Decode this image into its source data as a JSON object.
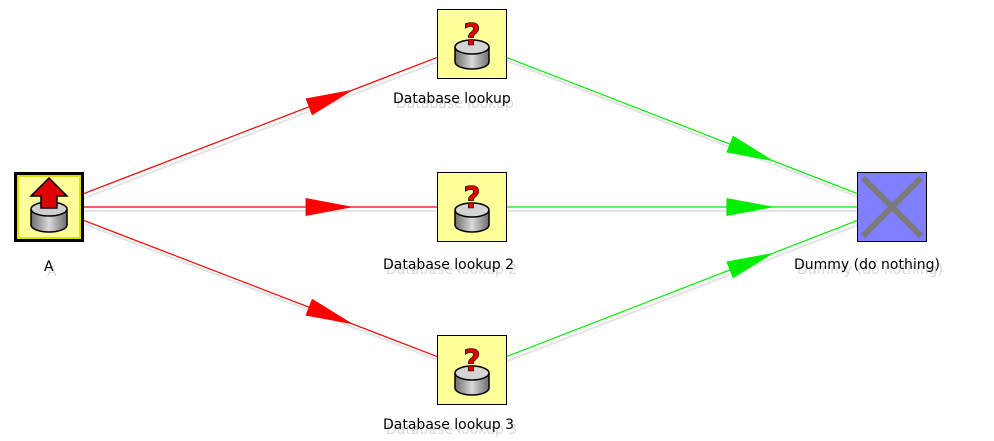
{
  "colors": {
    "hop_error": "#ff0000",
    "hop_ok": "#00ee00",
    "step_fill": "#ffff99",
    "step_border": "#000000",
    "dummy_fill": "#7f7fff"
  },
  "steps": [
    {
      "id": "A",
      "label": "A",
      "icon": "table-input-icon"
    },
    {
      "id": "lookup1",
      "label": "Database lookup",
      "icon": "database-lookup-icon"
    },
    {
      "id": "lookup2",
      "label": "Database lookup 2",
      "icon": "database-lookup-icon"
    },
    {
      "id": "lookup3",
      "label": "Database lookup 3",
      "icon": "database-lookup-icon"
    },
    {
      "id": "dummy",
      "label": "Dummy (do nothing)",
      "icon": "dummy-icon"
    }
  ],
  "hops": [
    {
      "from": "A",
      "to": "lookup1",
      "status": "error"
    },
    {
      "from": "A",
      "to": "lookup2",
      "status": "error"
    },
    {
      "from": "A",
      "to": "lookup3",
      "status": "error"
    },
    {
      "from": "lookup1",
      "to": "dummy",
      "status": "ok"
    },
    {
      "from": "lookup2",
      "to": "dummy",
      "status": "ok"
    },
    {
      "from": "lookup3",
      "to": "dummy",
      "status": "ok"
    }
  ]
}
